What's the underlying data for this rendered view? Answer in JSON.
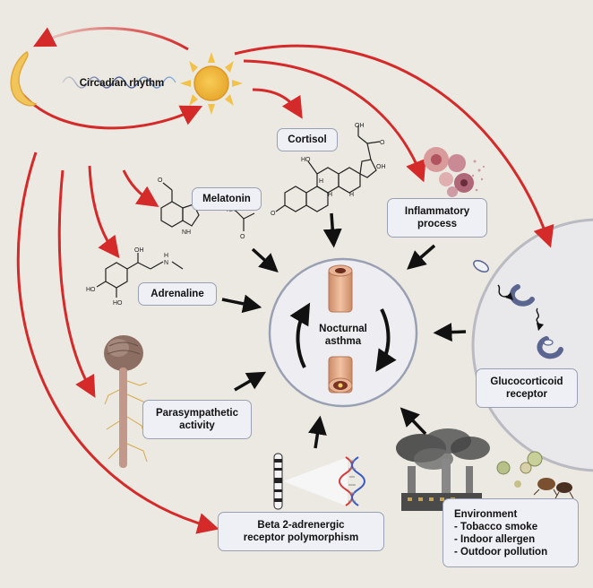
{
  "labels": {
    "circadian": "Circadian rhythm",
    "cortisol": "Cortisol",
    "melatonin": "Melatonin",
    "adrenaline": "Adrenaline",
    "inflammatory": "Inflammatory\nprocess",
    "nocturnal": "Nocturnal\nasthma",
    "parasympathetic": "Parasympathetic\nactivity",
    "glucocorticoid": "Glucocorticoid\nreceptor",
    "beta2": "Beta 2-adrenergic\nreceptor polymorphism",
    "environment_title": "Environment",
    "environment_items": [
      "- Tobacco smoke",
      "- Indoor allergen",
      "- Outdoor pollution"
    ]
  },
  "chem": {
    "oh": "OH",
    "ho": "HO",
    "o": "O",
    "h": "H",
    "n": "N",
    "nh": "NH"
  },
  "colors": {
    "background": "#ece9e2",
    "arrow_red": "#d42a2a",
    "arrow_black": "#111111",
    "label_fill": "#eef0f6",
    "label_border": "#9aa0b3",
    "sun": "#f0b63a",
    "moon": "#f2c55a"
  },
  "icons": [
    "moon-icon",
    "sun-icon",
    "wave-icon",
    "airway-icon",
    "brain-icon",
    "dna-icon",
    "chromosome-icon",
    "factory-icon",
    "allergen-icon",
    "cell-icon",
    "receptor-icon"
  ]
}
